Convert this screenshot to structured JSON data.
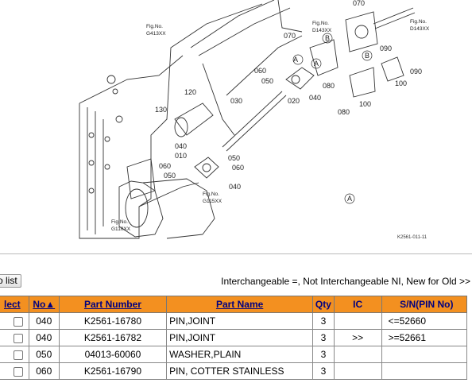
{
  "diagram": {
    "callouts": [
      "070",
      "Fig.No. D143XX",
      "070",
      "Fig.No. D143XX",
      "Fig.No. G413XX",
      "060",
      "050",
      "020",
      "040",
      "080",
      "080",
      "100",
      "100",
      "090",
      "090",
      "120",
      "130",
      "030",
      "040",
      "010",
      "050",
      "060",
      "050",
      "040",
      "Fig.No. G115XX",
      "Fig.No. G110XX"
    ],
    "figure_code": "K2561-011-11",
    "circle_marks": [
      "A",
      "A",
      "A",
      "B",
      "B"
    ]
  },
  "toolbar": {
    "to_list_label": "o list",
    "legend_text": "Interchangeable =, Not Interchangeable NI, New for Old >>"
  },
  "table": {
    "headers": {
      "select": "lect",
      "no": "No▲",
      "part_number": "Part Number",
      "part_name": "Part Name",
      "qty": "Qty",
      "ic": "IC",
      "sn": "S/N(PIN No)"
    },
    "rows": [
      {
        "no": "040",
        "part_number": "K2561-16780",
        "part_name": "PIN,JOINT",
        "qty": "3",
        "ic": "",
        "sn": "<=52660"
      },
      {
        "no": "040",
        "part_number": "K2561-16782",
        "part_name": "PIN,JOINT",
        "qty": "3",
        "ic": ">>",
        "sn": ">=52661"
      },
      {
        "no": "050",
        "part_number": "04013-60060",
        "part_name": "WASHER,PLAIN",
        "qty": "3",
        "ic": "",
        "sn": ""
      },
      {
        "no": "060",
        "part_number": "K2561-16790",
        "part_name": "PIN, COTTER STAINLESS",
        "qty": "3",
        "ic": "",
        "sn": ""
      }
    ]
  }
}
